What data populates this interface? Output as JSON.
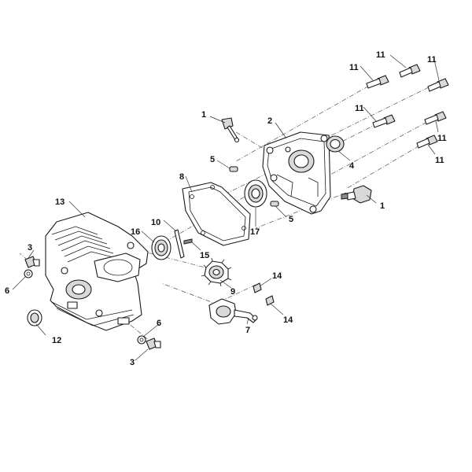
{
  "diagram": {
    "callouts": {
      "c1a": "1",
      "c1b": "1",
      "c2": "2",
      "c3a": "3",
      "c3b": "3",
      "c4": "4",
      "c5a": "5",
      "c5b": "5",
      "c6a": "6",
      "c6b": "6",
      "c7": "7",
      "c8": "8",
      "c9": "9",
      "c10": "10",
      "c11a": "11",
      "c11b": "11",
      "c11c": "11",
      "c11d": "11",
      "c11e": "11",
      "c11f": "11",
      "c12": "12",
      "c13": "13",
      "c14a": "14",
      "c14b": "14",
      "c15": "15",
      "c16": "16",
      "c17": "17"
    }
  }
}
